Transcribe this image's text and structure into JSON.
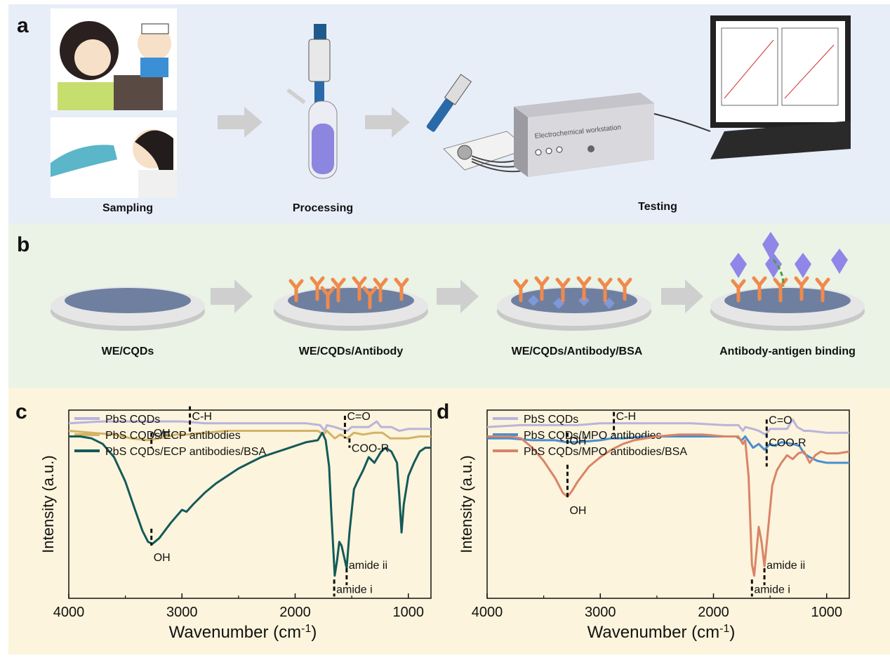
{
  "panel_a": {
    "label": "a",
    "steps": [
      "Sampling",
      "Processing",
      "Testing"
    ],
    "workstation_label": "Electrochemical workstation"
  },
  "panel_b": {
    "label": "b",
    "steps": [
      "WE/CQDs",
      "WE/CQDs/Antibody",
      "WE/CQDs/Antibody/BSA",
      "Antibody-antigen binding"
    ]
  },
  "colors": {
    "pbs": "#b9b4dc",
    "ecp_antibody": "#d2b466",
    "ecp_bsa": "#145a5a",
    "mpo_antibody": "#4a8ed0",
    "mpo_bsa": "#d98468"
  },
  "chart_data": [
    {
      "type": "line",
      "panel_label": "c",
      "xlabel": "Wavenumber (cm",
      "xlabel_sup": "-1",
      "xlabel_close": ")",
      "ylabel": "Intensity (a.u.)",
      "xlim": [
        4000,
        800
      ],
      "xticks": [
        "4000",
        "3000",
        "2000",
        "1000"
      ],
      "xtick_values": [
        4000,
        3000,
        2000,
        1000
      ],
      "ylim": [
        0,
        1
      ],
      "series": [
        {
          "name": "PbS CQDs",
          "color_key": "pbs",
          "points": [
            [
              4000,
              0.93
            ],
            [
              3700,
              0.94
            ],
            [
              3400,
              0.94
            ],
            [
              3200,
              0.94
            ],
            [
              3000,
              0.94
            ],
            [
              2800,
              0.93
            ],
            [
              2500,
              0.93
            ],
            [
              2200,
              0.93
            ],
            [
              1900,
              0.93
            ],
            [
              1780,
              0.92
            ],
            [
              1740,
              0.89
            ],
            [
              1720,
              0.92
            ],
            [
              1650,
              0.91
            ],
            [
              1600,
              0.9
            ],
            [
              1540,
              0.89
            ],
            [
              1500,
              0.91
            ],
            [
              1420,
              0.91
            ],
            [
              1350,
              0.91
            ],
            [
              1280,
              0.94
            ],
            [
              1240,
              0.91
            ],
            [
              1150,
              0.91
            ],
            [
              1080,
              0.89
            ],
            [
              1000,
              0.9
            ],
            [
              900,
              0.9
            ],
            [
              800,
              0.9
            ]
          ]
        },
        {
          "name": "PbS CQDs/ECP antibodies",
          "color_key": "ecp_antibody",
          "points": [
            [
              4000,
              0.89
            ],
            [
              3800,
              0.88
            ],
            [
              3600,
              0.87
            ],
            [
              3450,
              0.85
            ],
            [
              3300,
              0.84
            ],
            [
              3200,
              0.85
            ],
            [
              3050,
              0.87
            ],
            [
              2950,
              0.87
            ],
            [
              2800,
              0.88
            ],
            [
              2600,
              0.89
            ],
            [
              2300,
              0.89
            ],
            [
              2000,
              0.89
            ],
            [
              1800,
              0.89
            ],
            [
              1750,
              0.87
            ],
            [
              1720,
              0.89
            ],
            [
              1650,
              0.85
            ],
            [
              1600,
              0.87
            ],
            [
              1540,
              0.85
            ],
            [
              1480,
              0.88
            ],
            [
              1400,
              0.87
            ],
            [
              1300,
              0.88
            ],
            [
              1230,
              0.88
            ],
            [
              1160,
              0.85
            ],
            [
              1080,
              0.85
            ],
            [
              1000,
              0.85
            ],
            [
              900,
              0.86
            ],
            [
              800,
              0.86
            ]
          ]
        },
        {
          "name": "PbS CQDs/ECP antibodies/BSA",
          "color_key": "ecp_bsa",
          "points": [
            [
              4000,
              0.86
            ],
            [
              3900,
              0.86
            ],
            [
              3800,
              0.85
            ],
            [
              3700,
              0.82
            ],
            [
              3600,
              0.75
            ],
            [
              3500,
              0.62
            ],
            [
              3420,
              0.48
            ],
            [
              3350,
              0.36
            ],
            [
              3300,
              0.3
            ],
            [
              3260,
              0.29
            ],
            [
              3200,
              0.32
            ],
            [
              3100,
              0.4
            ],
            [
              3000,
              0.47
            ],
            [
              2960,
              0.46
            ],
            [
              2900,
              0.5
            ],
            [
              2800,
              0.56
            ],
            [
              2700,
              0.61
            ],
            [
              2600,
              0.65
            ],
            [
              2500,
              0.69
            ],
            [
              2400,
              0.72
            ],
            [
              2300,
              0.75
            ],
            [
              2200,
              0.77
            ],
            [
              2100,
              0.79
            ],
            [
              2000,
              0.81
            ],
            [
              1900,
              0.83
            ],
            [
              1800,
              0.84
            ],
            [
              1760,
              0.88
            ],
            [
              1730,
              0.84
            ],
            [
              1700,
              0.7
            ],
            [
              1680,
              0.45
            ],
            [
              1650,
              0.12
            ],
            [
              1630,
              0.2
            ],
            [
              1610,
              0.3
            ],
            [
              1590,
              0.28
            ],
            [
              1545,
              0.16
            ],
            [
              1520,
              0.35
            ],
            [
              1480,
              0.58
            ],
            [
              1450,
              0.62
            ],
            [
              1400,
              0.68
            ],
            [
              1350,
              0.75
            ],
            [
              1300,
              0.72
            ],
            [
              1240,
              0.78
            ],
            [
              1200,
              0.8
            ],
            [
              1150,
              0.78
            ],
            [
              1100,
              0.72
            ],
            [
              1080,
              0.55
            ],
            [
              1060,
              0.35
            ],
            [
              1040,
              0.5
            ],
            [
              1000,
              0.65
            ],
            [
              950,
              0.72
            ],
            [
              900,
              0.78
            ],
            [
              850,
              0.8
            ],
            [
              800,
              0.8
            ]
          ]
        }
      ],
      "annotations": [
        {
          "text": "C-H",
          "x": 2930,
          "y": 0.97,
          "marker_top": 1.02,
          "marker_bottom": 0.88
        },
        {
          "text": "C=O",
          "x": 1560,
          "y": 0.97,
          "marker_top": 0.97,
          "marker_bottom": 0.85
        },
        {
          "text": "COO-R",
          "x": 1520,
          "y": 0.8,
          "marker_top": 0.85,
          "marker_bottom": 0.8
        },
        {
          "text": "OH",
          "x": 3270,
          "y": 0.88,
          "marker_top": 0.88,
          "marker_bottom": 0.8
        },
        {
          "text": "OH",
          "x": 3270,
          "y": 0.22,
          "marker_top": 0.37,
          "marker_bottom": 0.28
        },
        {
          "text": "amide ii",
          "x": 1545,
          "y": 0.18,
          "marker_top": 0.16,
          "marker_bottom": 0.07
        },
        {
          "text": "amide i",
          "x": 1655,
          "y": 0.05,
          "marker_top": 0.1,
          "marker_bottom": 0.01
        }
      ]
    },
    {
      "type": "line",
      "panel_label": "d",
      "xlabel": "Wavenumber (cm",
      "xlabel_sup": "-1",
      "xlabel_close": ")",
      "ylabel": "Intensity (a.u.)",
      "xlim": [
        4000,
        800
      ],
      "xticks": [
        "4000",
        "3000",
        "2000",
        "1000"
      ],
      "xtick_values": [
        4000,
        3000,
        2000,
        1000
      ],
      "ylim": [
        0,
        1
      ],
      "series": [
        {
          "name": "PbS CQDs",
          "color_key": "pbs",
          "points": [
            [
              4000,
              0.91
            ],
            [
              3700,
              0.92
            ],
            [
              3400,
              0.92
            ],
            [
              3200,
              0.92
            ],
            [
              3000,
              0.93
            ],
            [
              2800,
              0.93
            ],
            [
              2500,
              0.93
            ],
            [
              2200,
              0.93
            ],
            [
              1900,
              0.92
            ],
            [
              1780,
              0.92
            ],
            [
              1740,
              0.89
            ],
            [
              1720,
              0.91
            ],
            [
              1650,
              0.9
            ],
            [
              1600,
              0.89
            ],
            [
              1540,
              0.87
            ],
            [
              1500,
              0.9
            ],
            [
              1420,
              0.9
            ],
            [
              1350,
              0.9
            ],
            [
              1300,
              0.95
            ],
            [
              1260,
              0.91
            ],
            [
              1200,
              0.89
            ],
            [
              1150,
              0.89
            ],
            [
              1000,
              0.88
            ],
            [
              900,
              0.88
            ],
            [
              800,
              0.88
            ]
          ]
        },
        {
          "name": "PbS CQDs/MPO antibodies",
          "color_key": "mpo_antibody",
          "points": [
            [
              4000,
              0.85
            ],
            [
              3800,
              0.85
            ],
            [
              3600,
              0.84
            ],
            [
              3400,
              0.84
            ],
            [
              3300,
              0.83
            ],
            [
              3200,
              0.83
            ],
            [
              3000,
              0.84
            ],
            [
              2900,
              0.85
            ],
            [
              2800,
              0.85
            ],
            [
              2600,
              0.86
            ],
            [
              2400,
              0.86
            ],
            [
              2200,
              0.86
            ],
            [
              2000,
              0.86
            ],
            [
              1800,
              0.86
            ],
            [
              1750,
              0.84
            ],
            [
              1720,
              0.86
            ],
            [
              1650,
              0.8
            ],
            [
              1600,
              0.82
            ],
            [
              1550,
              0.79
            ],
            [
              1500,
              0.82
            ],
            [
              1450,
              0.81
            ],
            [
              1400,
              0.83
            ],
            [
              1300,
              0.82
            ],
            [
              1240,
              0.81
            ],
            [
              1200,
              0.77
            ],
            [
              1150,
              0.75
            ],
            [
              1080,
              0.73
            ],
            [
              1000,
              0.72
            ],
            [
              900,
              0.72
            ],
            [
              800,
              0.72
            ]
          ]
        },
        {
          "name": "PbS CQDs/MPO antibodies/BSA",
          "color_key": "mpo_bsa",
          "points": [
            [
              4000,
              0.86
            ],
            [
              3900,
              0.86
            ],
            [
              3800,
              0.86
            ],
            [
              3700,
              0.85
            ],
            [
              3600,
              0.8
            ],
            [
              3500,
              0.73
            ],
            [
              3400,
              0.64
            ],
            [
              3330,
              0.56
            ],
            [
              3290,
              0.54
            ],
            [
              3250,
              0.57
            ],
            [
              3200,
              0.62
            ],
            [
              3100,
              0.7
            ],
            [
              3000,
              0.75
            ],
            [
              2900,
              0.79
            ],
            [
              2800,
              0.82
            ],
            [
              2700,
              0.84
            ],
            [
              2500,
              0.86
            ],
            [
              2300,
              0.87
            ],
            [
              2100,
              0.87
            ],
            [
              1900,
              0.86
            ],
            [
              1780,
              0.86
            ],
            [
              1740,
              0.82
            ],
            [
              1720,
              0.84
            ],
            [
              1690,
              0.65
            ],
            [
              1660,
              0.18
            ],
            [
              1640,
              0.12
            ],
            [
              1620,
              0.25
            ],
            [
              1600,
              0.38
            ],
            [
              1575,
              0.3
            ],
            [
              1550,
              0.17
            ],
            [
              1520,
              0.35
            ],
            [
              1480,
              0.6
            ],
            [
              1440,
              0.68
            ],
            [
              1400,
              0.72
            ],
            [
              1350,
              0.76
            ],
            [
              1300,
              0.74
            ],
            [
              1250,
              0.77
            ],
            [
              1200,
              0.78
            ],
            [
              1150,
              0.72
            ],
            [
              1100,
              0.76
            ],
            [
              1050,
              0.78
            ],
            [
              1000,
              0.77
            ],
            [
              900,
              0.77
            ],
            [
              800,
              0.78
            ]
          ]
        }
      ],
      "annotations": [
        {
          "text": "C-H",
          "x": 2880,
          "y": 0.97,
          "marker_top": 0.99,
          "marker_bottom": 0.87
        },
        {
          "text": "C=O",
          "x": 1530,
          "y": 0.95,
          "marker_top": 0.95,
          "marker_bottom": 0.84
        },
        {
          "text": "COO-R",
          "x": 1530,
          "y": 0.83,
          "marker_top": 0.83,
          "marker_bottom": 0.7
        },
        {
          "text": "OH",
          "x": 3290,
          "y": 0.84,
          "marker_top": 0.88,
          "marker_bottom": 0.8
        },
        {
          "text": "OH",
          "x": 3290,
          "y": 0.47,
          "marker_top": 0.71,
          "marker_bottom": 0.53
        },
        {
          "text": "amide ii",
          "x": 1550,
          "y": 0.18,
          "marker_top": 0.16,
          "marker_bottom": 0.07
        },
        {
          "text": "amide i",
          "x": 1660,
          "y": 0.05,
          "marker_top": 0.1,
          "marker_bottom": 0.01
        }
      ]
    }
  ]
}
